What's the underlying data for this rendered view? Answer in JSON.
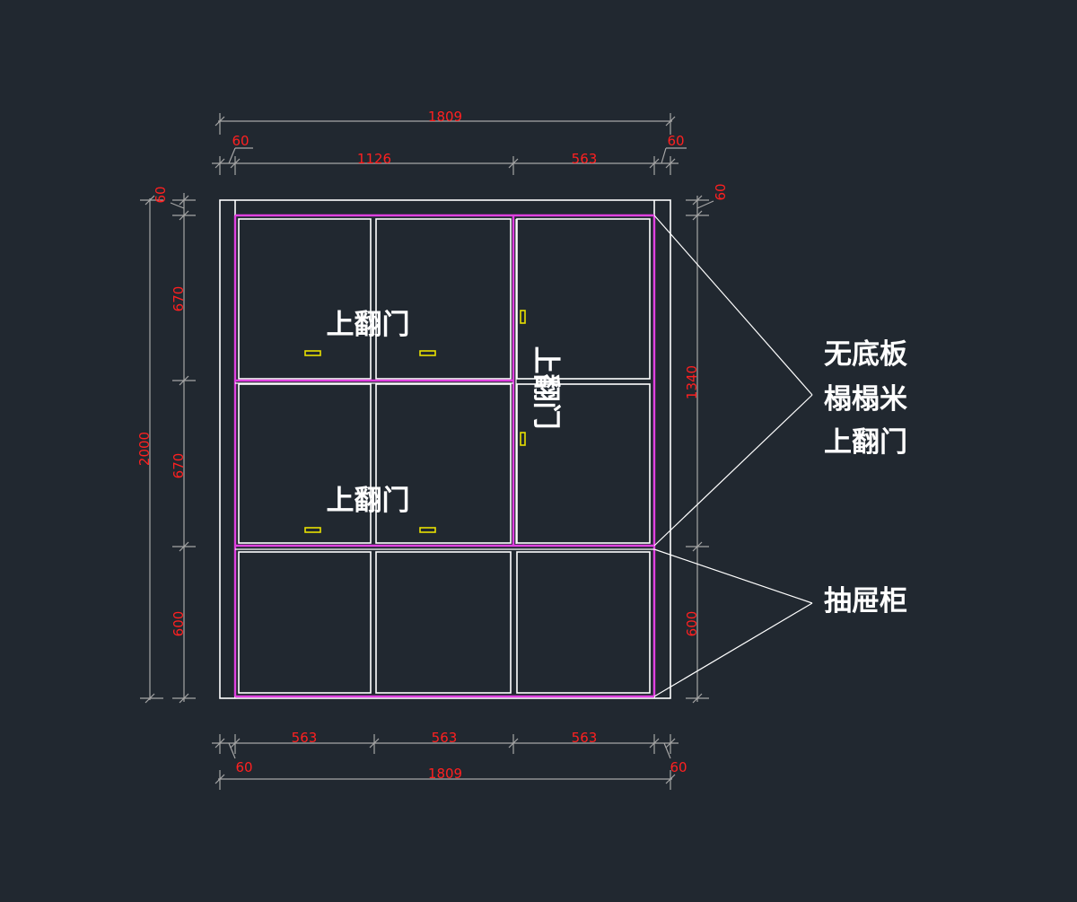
{
  "colors": {
    "background": "#212830",
    "line": "#ffffff",
    "frame_accent": "#e040e0",
    "dimension": "#a6a6a6",
    "dimension_text": "#ff2020",
    "handle": "#e8e000"
  },
  "dimensions": {
    "top_total": "1809",
    "top_left_gap": "60",
    "top_main": "1126",
    "top_right_col": "563",
    "top_right_gap": "60",
    "left_top_gap": "60",
    "left_upper": "670",
    "left_middle": "670",
    "left_bottom": "600",
    "left_total": "2000",
    "right_top_gap": "60",
    "right_upper": "1340",
    "right_bottom": "600",
    "bottom_col_1": "563",
    "bottom_col_2": "563",
    "bottom_col_3": "563",
    "bottom_left_gap": "60",
    "bottom_right_gap": "60",
    "bottom_total": "1809"
  },
  "labels": {
    "door_upper": "上翻门",
    "door_middle": "上翻门",
    "door_vertical": "上翻门",
    "callout_upper": [
      "无底板",
      "榻榻米",
      "上翻门"
    ],
    "callout_lower": "抽屉柜"
  }
}
